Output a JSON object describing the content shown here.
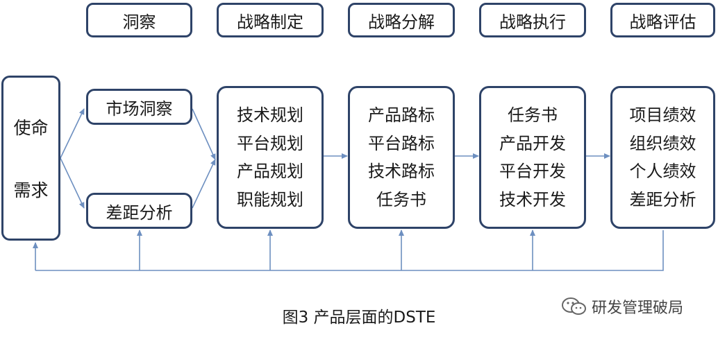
{
  "phases": [
    "洞察",
    "战略制定",
    "战略分解",
    "战略执行",
    "战略评估"
  ],
  "mission": [
    "使命",
    "需求"
  ],
  "insight": [
    "市场洞察",
    "差距分析"
  ],
  "stages": [
    [
      "技术规划",
      "平台规划",
      "产品规划",
      "职能规划"
    ],
    [
      "产品路标",
      "平台路标",
      "技术路标",
      "任务书"
    ],
    [
      "任务书",
      "产品开发",
      "平台开发",
      "技术开发"
    ],
    [
      "项目绩效",
      "组织绩效",
      "个人绩效",
      "差距分析"
    ]
  ],
  "caption": "图3 产品层面的DSTE",
  "watermark": "研发管理破局",
  "colors": {
    "border": "#2e4368",
    "line": "#6d8fc0"
  }
}
